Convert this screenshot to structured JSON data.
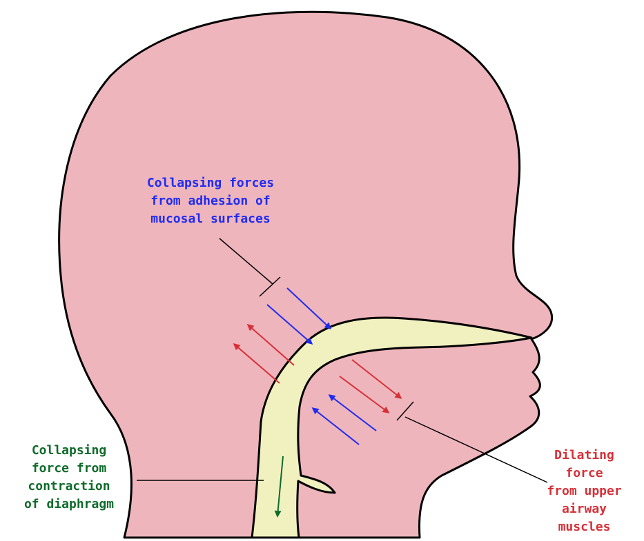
{
  "colors": {
    "head_fill": "#efb5bc",
    "airway_fill": "#f1f1c0",
    "outline": "#000000",
    "blue": "#1f2bf0",
    "red": "#d63038",
    "green": "#0f6b2a"
  },
  "labels": {
    "mucosal": {
      "lines": [
        "Collapsing forces",
        "from adhesion of",
        "mucosal surfaces"
      ]
    },
    "diaphragm": {
      "lines": [
        "Collapsing",
        "force from",
        "contraction",
        "of diaphragm"
      ]
    },
    "dilating": {
      "lines": [
        "Dilating",
        "force",
        "from upper",
        "airway",
        "muscles"
      ]
    }
  }
}
